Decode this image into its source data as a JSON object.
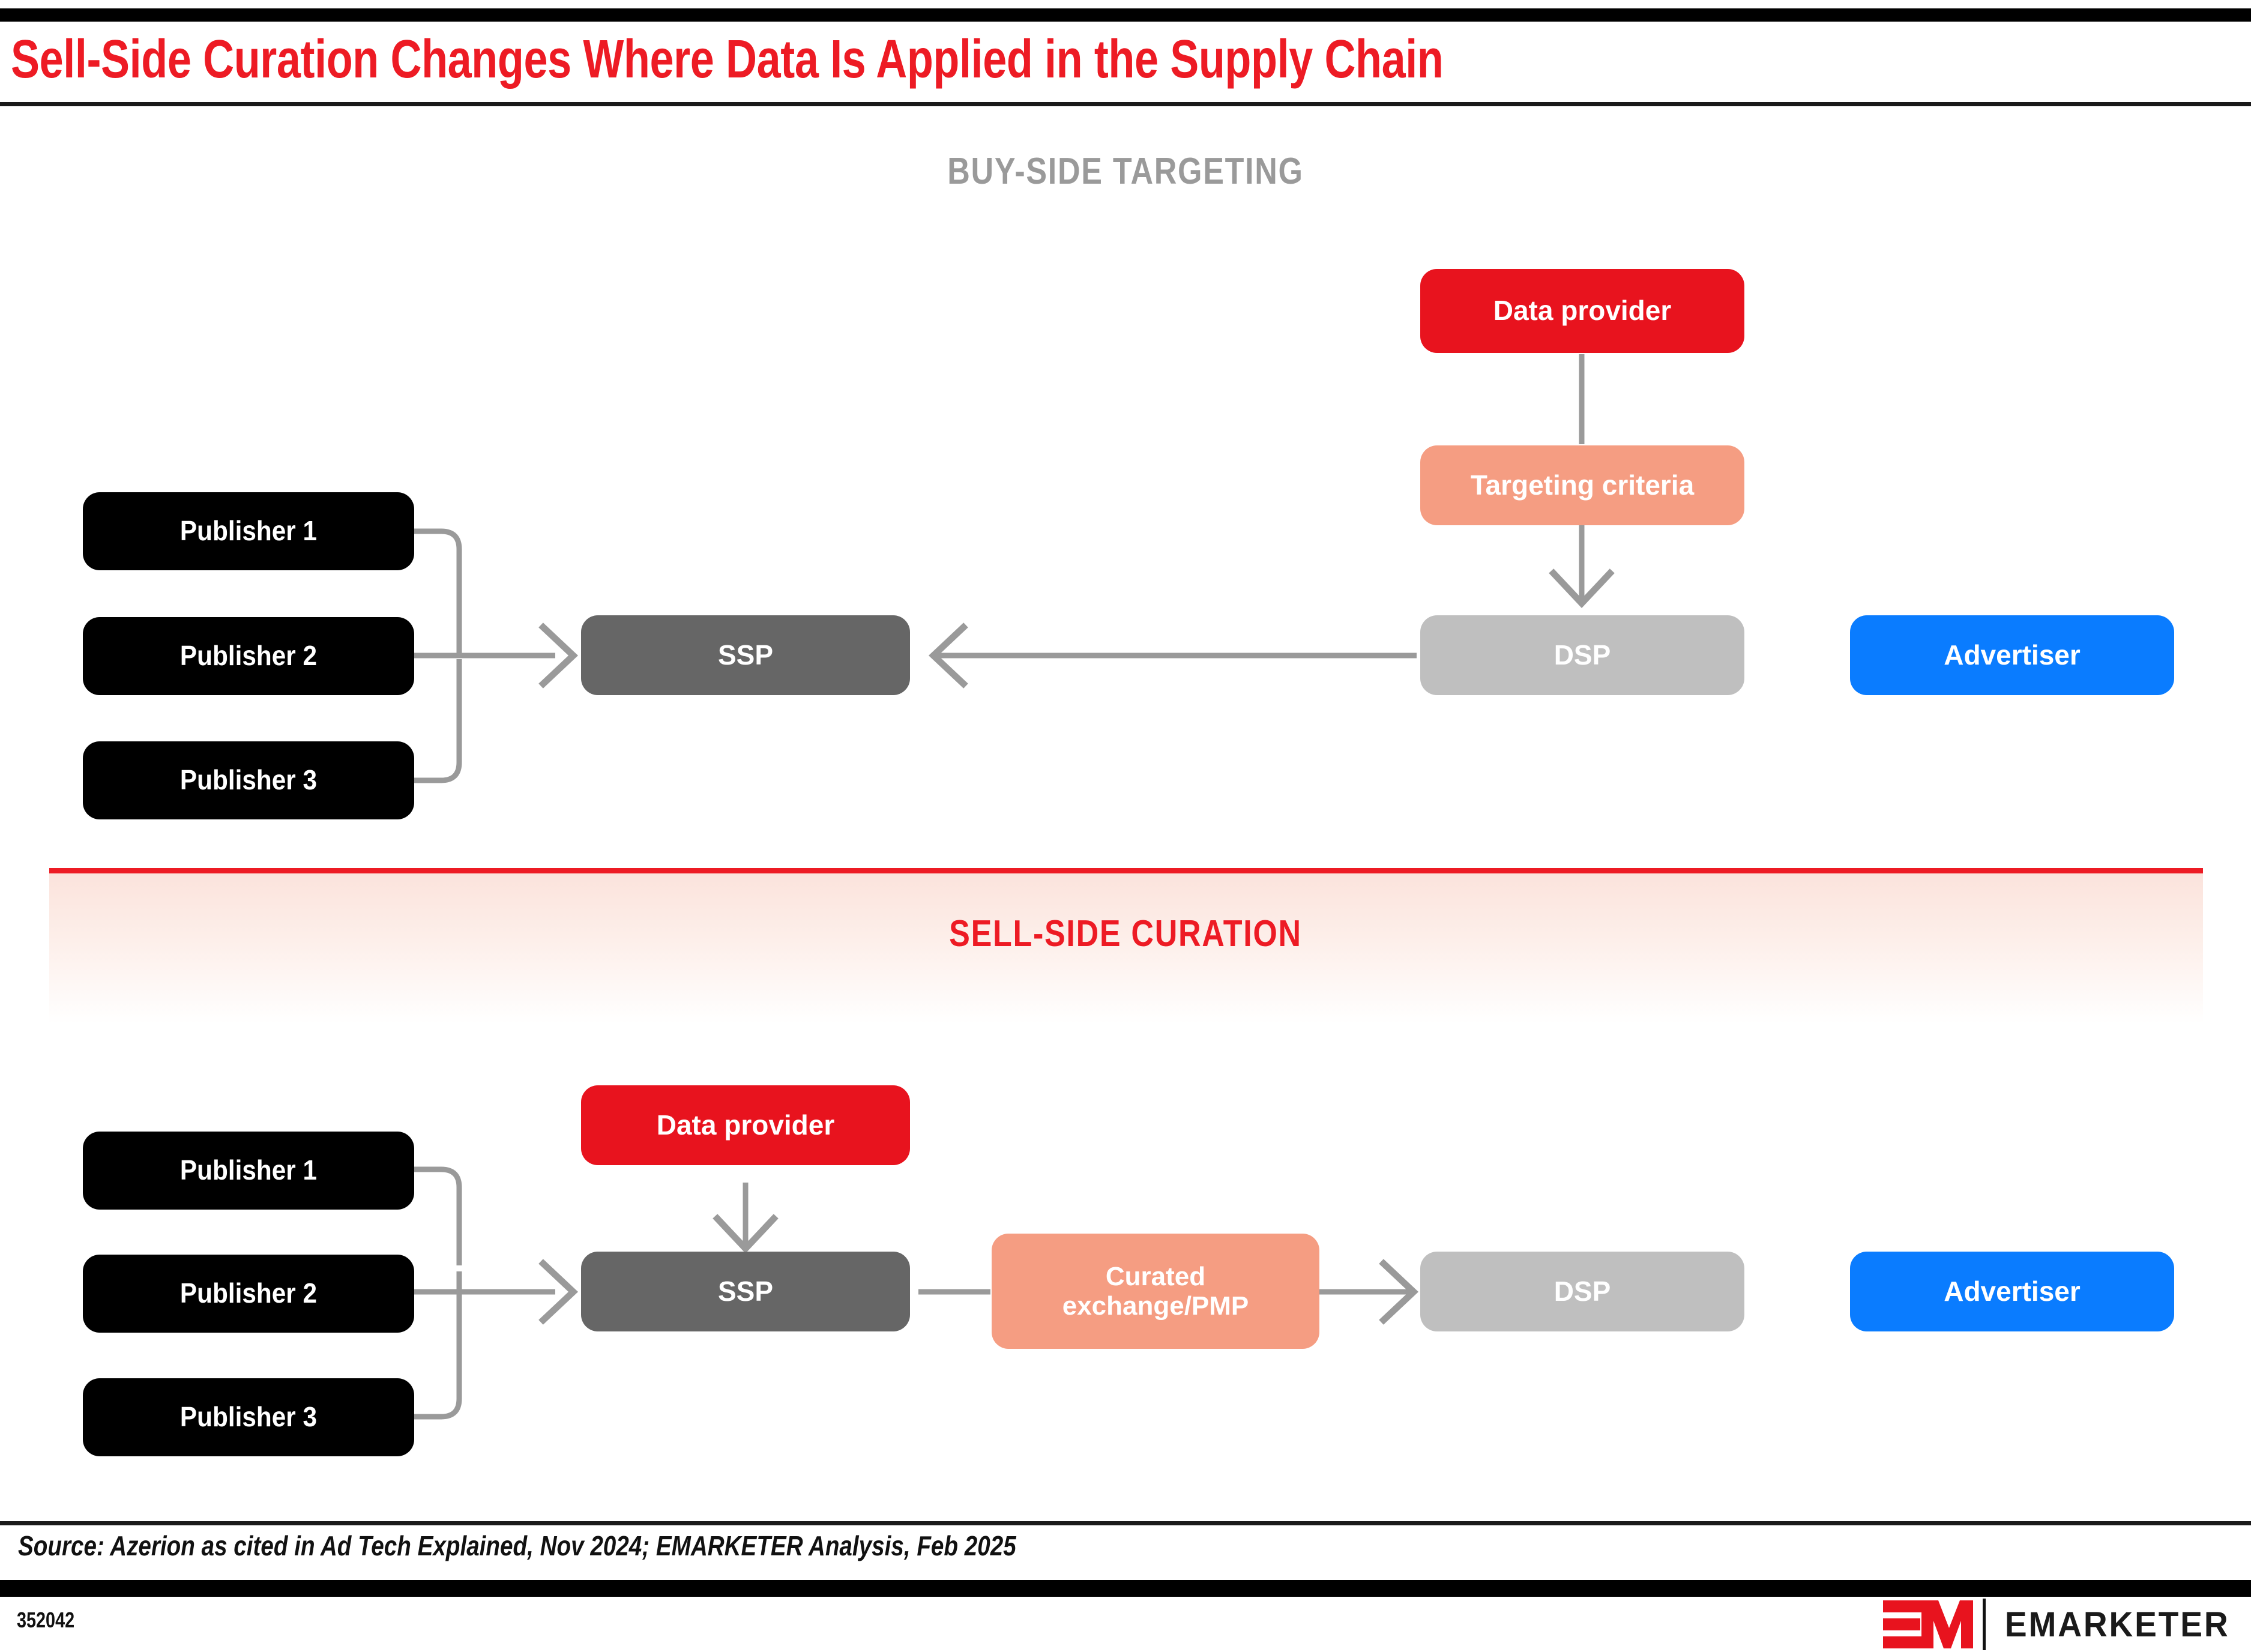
{
  "title": "Sell-Side Curation Changes Where Data Is Applied in the Supply Chain",
  "sections": {
    "buy_side": {
      "heading": "BUY-SIDE TARGETING"
    },
    "sell_side": {
      "heading": "SELL-SIDE CURATION"
    }
  },
  "buy_side_nodes": {
    "publisher1": "Publisher 1",
    "publisher2": "Publisher 2",
    "publisher3": "Publisher 3",
    "ssp": "SSP",
    "data_provider": "Data provider",
    "targeting_criteria": "Targeting criteria",
    "dsp": "DSP",
    "advertiser": "Advertiser"
  },
  "sell_side_nodes": {
    "publisher1": "Publisher 1",
    "publisher2": "Publisher 2",
    "publisher3": "Publisher 3",
    "data_provider": "Data provider",
    "ssp": "SSP",
    "curated_exchange_line1": "Curated",
    "curated_exchange_line2": "exchange/PMP",
    "dsp": "DSP",
    "advertiser": "Advertiser"
  },
  "footer": {
    "source": "Source: Azerion as cited in Ad Tech Explained, Nov 2024; EMARKETER Analysis, Feb 2025",
    "chart_id": "352042",
    "logo_wordmark": "EMARKETER"
  },
  "colors": {
    "brand_red": "#ED1B24",
    "node_red": "#E8131E",
    "salmon": "#F59D82",
    "ssp_gray": "#666666",
    "dsp_gray": "#BFBFBF",
    "blue": "#0A7CFF",
    "black": "#000000",
    "connector_gray": "#9A9A9A",
    "heading_gray": "#9A9A9A"
  }
}
